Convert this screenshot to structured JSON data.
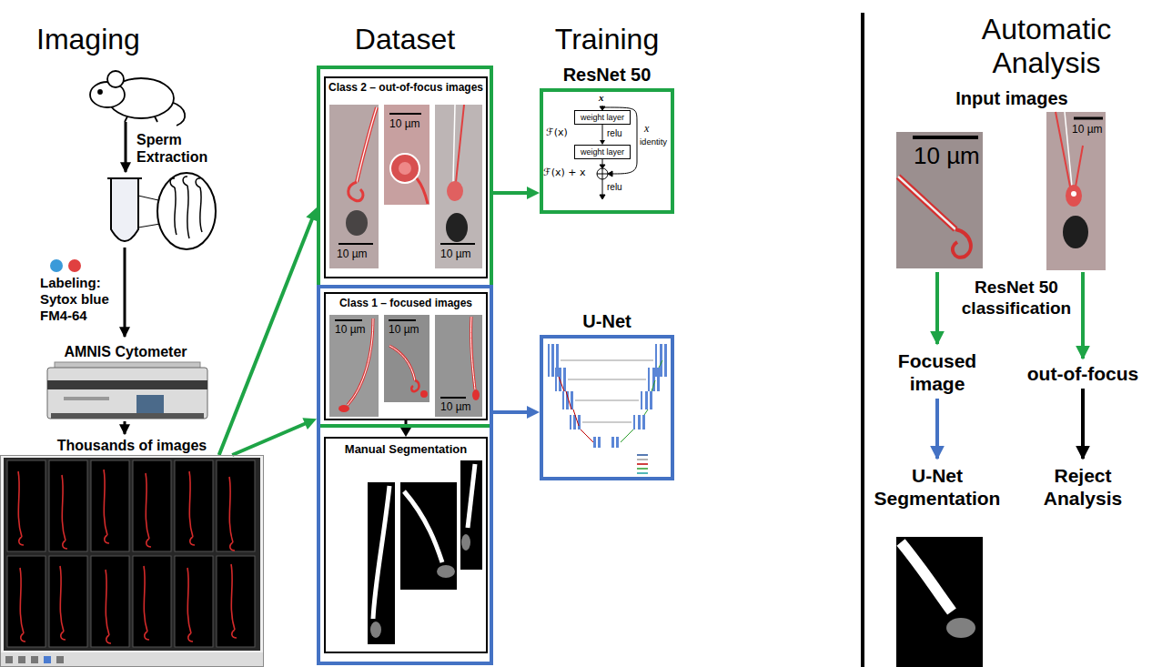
{
  "diagram": {
    "nodes": [
      {
        "text": [
          "Thousands of images"
        ]
      },
      {
        "text": []
      },
      {
        "text": [
          "Class 2 – out-of-focus images"
        ],
        "in": 1
      },
      {
        "text": []
      },
      {
        "text": [
          "Class 1 – focused images"
        ],
        "in": 1
      },
      {
        "text": [
          "Manual Segmentation"
        ],
        "in": 3
      },
      {
        "text": [
          "ResNet 50"
        ]
      },
      {
        "text": [
          "weight layer"
        ],
        "in": 6
      },
      {
        "text": [
          "weight layer"
        ],
        "in": 6
      },
      {
        "text": [
          "U-Net"
        ]
      }
    ],
    "edges": [
      {
        "from": 0,
        "to": 1,
        "arrow": "to"
      },
      {
        "from": 0,
        "to": 3,
        "arrow": "to"
      },
      {
        "from": 1,
        "to": 6,
        "arrow": "to"
      },
      {
        "from": 3,
        "to": 9,
        "arrow": "to"
      },
      {
        "from": 4,
        "to": 5,
        "arrow": "to"
      },
      {
        "from": 7,
        "to": 8,
        "arrow": "to",
        "label": "relu"
      }
    ],
    "labels": [
      "Imaging",
      "Sperm Extraction",
      "Labeling: Sytox blue FM4-64",
      "AMNIS Cytometer",
      "Dataset",
      "Training",
      "Automatic Analysis",
      "Input images",
      "ResNet 50 classification",
      "Focused image",
      "out-of-focus",
      "U-Net Segmentation",
      "Reject Analysis",
      "10 µm",
      "10 µm",
      "10 µm",
      "10 µm",
      "10 µm",
      "10 µm",
      "10 µm",
      "10 µm",
      "x",
      "ℱ(x)",
      "relu",
      "ℱ(x) + x",
      "x",
      "identity"
    ]
  }
}
